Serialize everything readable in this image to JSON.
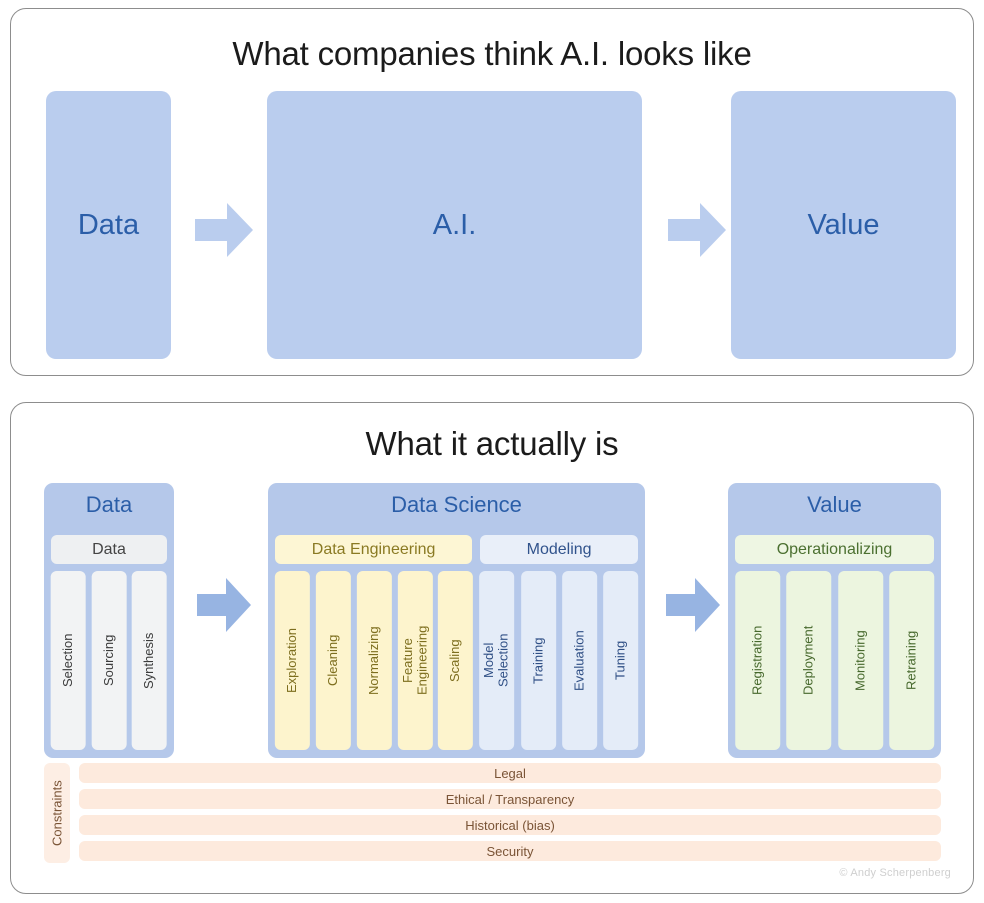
{
  "panels": {
    "top": {
      "title": "What companies think A.I. looks like",
      "boxes": [
        {
          "label": "Data"
        },
        {
          "label": "A.I."
        },
        {
          "label": "Value"
        }
      ],
      "arrows": [
        "arrow-right-icon",
        "arrow-right-icon"
      ]
    },
    "bottom": {
      "title": "What it actually is",
      "arrows": [
        "arrow-right-icon",
        "arrow-right-icon"
      ],
      "groups": [
        {
          "title": "Data",
          "subgroups": [
            {
              "title": "Data",
              "tone": "grey",
              "cells": [
                "Selection",
                "Sourcing",
                "Synthesis"
              ]
            }
          ]
        },
        {
          "title": "Data Science",
          "subgroups": [
            {
              "title": "Data Engineering",
              "tone": "yellow",
              "cells": [
                "Exploration",
                "Cleaning",
                "Normalizing",
                "Feature\nEngineering",
                "Scaling"
              ]
            },
            {
              "title": "Modeling",
              "tone": "blue",
              "cells": [
                "Model\nSelection",
                "Training",
                "Evaluation",
                "Tuning"
              ]
            }
          ]
        },
        {
          "title": "Value",
          "subgroups": [
            {
              "title": "Operationalizing",
              "tone": "green",
              "cells": [
                "Registration",
                "Deployment",
                "Monitoring",
                "Retraining"
              ]
            }
          ]
        }
      ],
      "constraints": {
        "label": "Constraints",
        "items": [
          "Legal",
          "Ethical / Transparency",
          "Historical (bias)",
          "Security"
        ]
      },
      "attribution": "© Andy Scherpenberg"
    }
  },
  "colors": {
    "block_blue": "#bacdee",
    "group_blue": "#b5c8ea",
    "text_blue": "#2b5ea8",
    "yellow": "#fdf4cd",
    "green": "#ecf5df",
    "constraint_peach": "#fdeadd",
    "panel_border": "#8d8d8d"
  }
}
